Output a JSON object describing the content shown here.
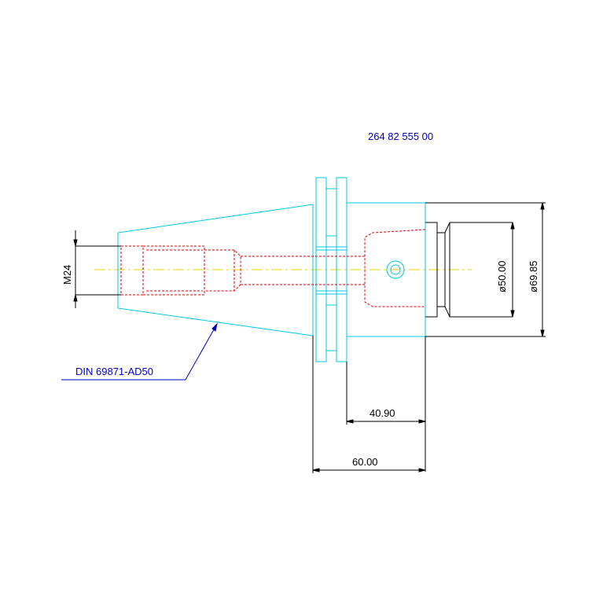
{
  "part_number": "264 82 555 00",
  "standard_label": "DIN 69871-AD50",
  "dimensions": {
    "thread": "M24",
    "inner_diameter": "ø50.00",
    "outer_diameter": "ø69.85",
    "length_short": "40.90",
    "length_long": "60.00"
  },
  "colors": {
    "holder_outline": "#00c8e0",
    "hidden_lines": "#e00000",
    "center_line": "#e0e000",
    "dimension_lines": "#000000",
    "annotation": "#0000c0",
    "background": "#ffffff"
  }
}
